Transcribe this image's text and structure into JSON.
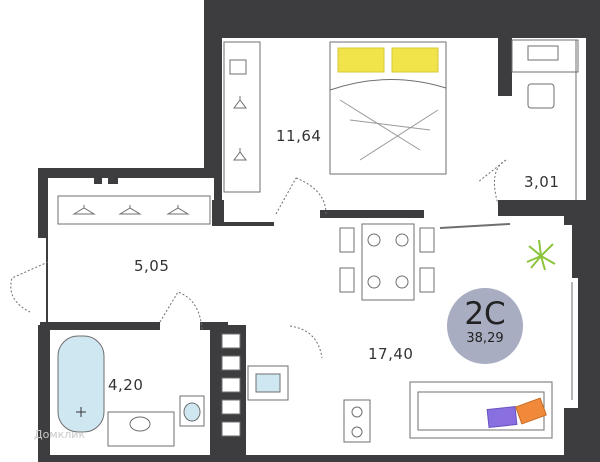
{
  "apartment": {
    "layout_code": "2С",
    "total_area": "38,29",
    "colors": {
      "wall": "#3d3d3f",
      "floor": "#ffffff",
      "line": "#6f6f6f",
      "badge": "#a9adc2",
      "pillow": "#f1e34a",
      "plant": "#8cc43c",
      "pillow_purple": "#8a6fe0",
      "pillow_orange": "#f08a3a",
      "bath_water": "#cfe7f1"
    }
  },
  "rooms": [
    {
      "id": "bedroom",
      "area": "11,64"
    },
    {
      "id": "balcony",
      "area": "3,01"
    },
    {
      "id": "hallway",
      "area": "5,05"
    },
    {
      "id": "living-kitchen",
      "area": "17,40"
    },
    {
      "id": "bathroom",
      "area": "4,20"
    }
  ],
  "watermark": "Домклик",
  "icons": [
    "bed-icon",
    "wardrobe-hanger-icon",
    "desk-icon",
    "chair-icon",
    "dining-table-icon",
    "plant-icon",
    "sofa-icon",
    "bathtub-icon",
    "sink-icon",
    "toilet-icon",
    "stove-icon",
    "kitchen-sink-icon",
    "door-icon",
    "window-icon"
  ]
}
